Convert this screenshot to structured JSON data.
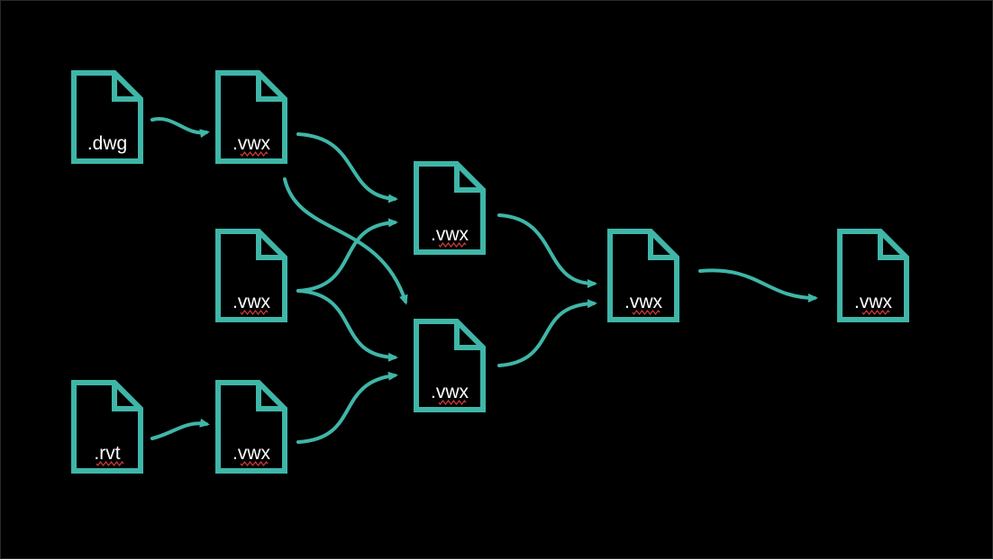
{
  "colors": {
    "background": "#000000",
    "accent": "#3fb6a8",
    "label": "#ffffff",
    "spellcheck": "#d23b3b"
  },
  "files": [
    {
      "id": "f1",
      "label": ".dwg",
      "icon": "file-icon",
      "spellcheck": false
    },
    {
      "id": "f2",
      "label": ".rvt",
      "icon": "file-icon",
      "spellcheck": true
    },
    {
      "id": "f3",
      "label": ".vwx",
      "icon": "file-icon",
      "spellcheck": true
    },
    {
      "id": "f4",
      "label": ".vwx",
      "icon": "file-icon",
      "spellcheck": true
    },
    {
      "id": "f5",
      "label": ".vwx",
      "icon": "file-icon",
      "spellcheck": true
    },
    {
      "id": "f6",
      "label": ".vwx",
      "icon": "file-icon",
      "spellcheck": true
    },
    {
      "id": "f7",
      "label": ".vwx",
      "icon": "file-icon",
      "spellcheck": true
    },
    {
      "id": "f8",
      "label": ".vwx",
      "icon": "file-icon",
      "spellcheck": true
    },
    {
      "id": "f9",
      "label": ".vwx",
      "icon": "file-icon",
      "spellcheck": true
    }
  ],
  "connections": [
    {
      "from": "f1",
      "to": "f3"
    },
    {
      "from": "f2",
      "to": "f5"
    },
    {
      "from": "f3",
      "to": "f6"
    },
    {
      "from": "f3",
      "to": "f7"
    },
    {
      "from": "f4",
      "to": "f6"
    },
    {
      "from": "f4",
      "to": "f7"
    },
    {
      "from": "f5",
      "to": "f7"
    },
    {
      "from": "f6",
      "to": "f8"
    },
    {
      "from": "f7",
      "to": "f8"
    },
    {
      "from": "f8",
      "to": "f9"
    }
  ]
}
